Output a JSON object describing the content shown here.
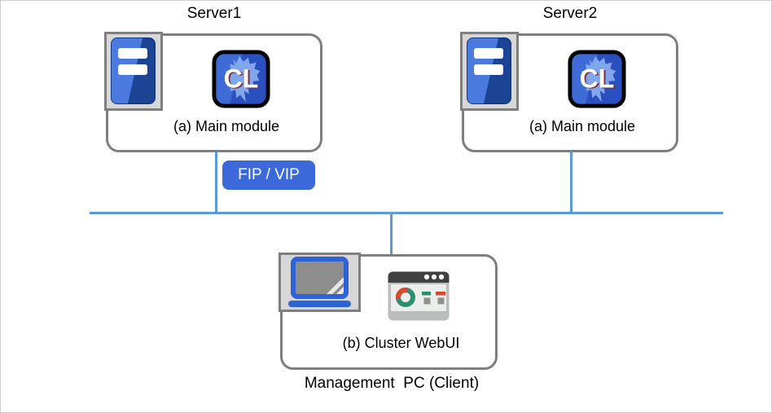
{
  "servers": [
    {
      "title": "Server1",
      "module_label": "(a) Main module"
    },
    {
      "title": "Server2",
      "module_label": "(a) Main module"
    }
  ],
  "badge": {
    "label": "FIP / VIP"
  },
  "management": {
    "module_label": "(b) Cluster WebUI",
    "caption": "Management  PC (Client)"
  },
  "icons": {
    "cl_monogram": "CL",
    "names": [
      "server-tower-icon",
      "cluster-app-cl-icon",
      "laptop-icon",
      "webui-browser-icon"
    ]
  },
  "colors": {
    "canvas_border": "#cfcfcf",
    "box_border": "#7f7f7f",
    "icon_frame_bg": "#d7d7d7",
    "network_line": "#5b9bd5",
    "badge_bg": "#3c69da",
    "badge_text": "#ffffff",
    "server_blue_light": "#4a7ade",
    "server_blue_dark": "#1c4494",
    "cl_bg_light": "#3e6bd6",
    "cl_bg_dark": "#2a4fc0",
    "cl_splash": "#82a6ec",
    "laptop_blue": "#2e63d6",
    "webui_teal": "#2b8f70",
    "webui_red": "#d9482e",
    "text": "#000000"
  }
}
